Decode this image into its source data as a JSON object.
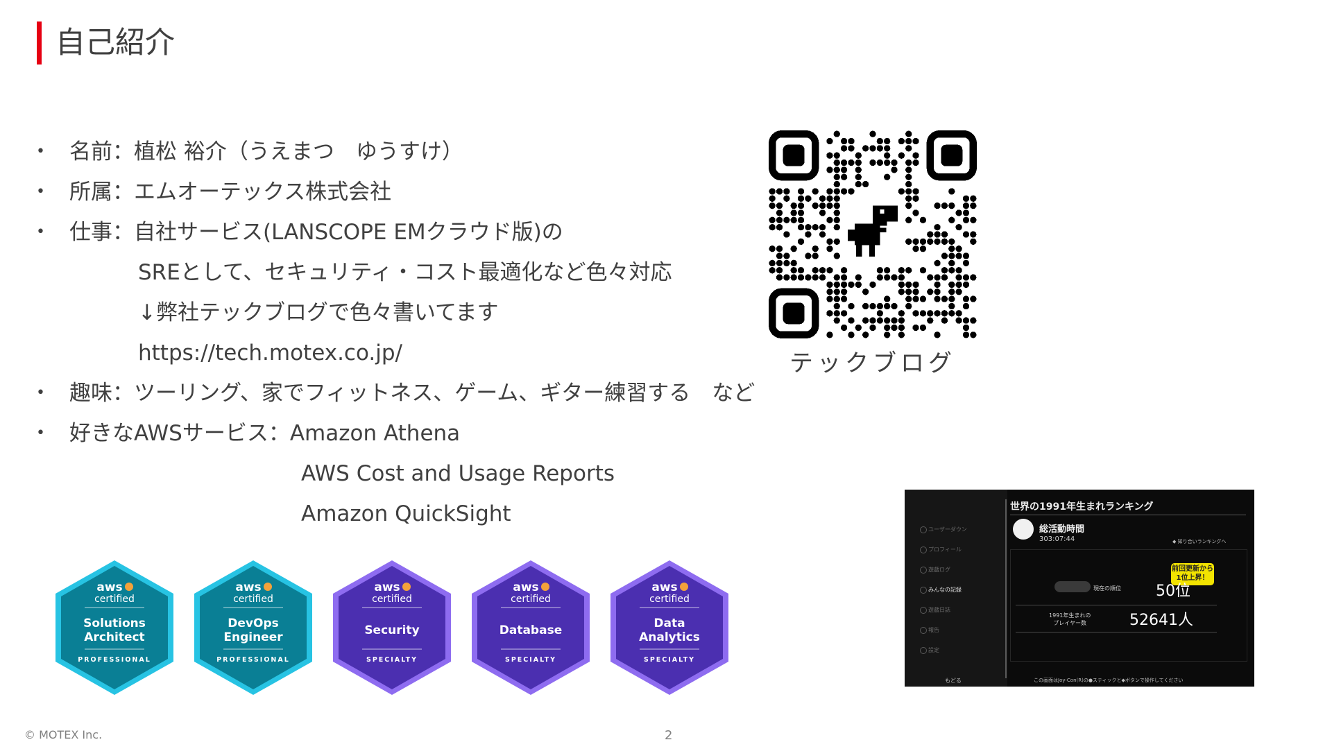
{
  "title": "自己紹介",
  "bullets": [
    {
      "label": "名前：植松 裕介（うえまつ　ゆうすけ）",
      "continuation": []
    },
    {
      "label": "所属：エムオーテックス株式会社",
      "continuation": []
    },
    {
      "label": "仕事：自社サービス(LANSCOPE EMクラウド版)の",
      "continuation": [
        "SREとして、セキュリティ・コスト最適化など色々対応",
        "↓弊社テックブログで色々書いてます",
        "https://tech.motex.co.jp/"
      ]
    },
    {
      "label": "趣味：ツーリング、家でフィットネス、ゲーム、ギター練習する　など",
      "continuation": []
    },
    {
      "label": "好きなAWSサービス：Amazon Athena",
      "continuation": [
        "AWS Cost and Usage Reports",
        "Amazon QuickSight"
      ]
    }
  ],
  "qr_caption": "テックブログ",
  "badges": [
    {
      "brand": "aws",
      "cert": "certified",
      "line1": "Solutions",
      "line2": "Architect",
      "level": "PROFESSIONAL",
      "color": "#0a7f95",
      "border": "#27c3e3"
    },
    {
      "brand": "aws",
      "cert": "certified",
      "line1": "DevOps",
      "line2": "Engineer",
      "level": "PROFESSIONAL",
      "color": "#0a7f95",
      "border": "#27c3e3"
    },
    {
      "brand": "aws",
      "cert": "certified",
      "line1": "Security",
      "line2": "",
      "level": "SPECIALTY",
      "color": "#4b2fb0",
      "border": "#8e6cf0"
    },
    {
      "brand": "aws",
      "cert": "certified",
      "line1": "Database",
      "line2": "",
      "level": "SPECIALTY",
      "color": "#4b2fb0",
      "border": "#8e6cf0"
    },
    {
      "brand": "aws",
      "cert": "certified",
      "line1": "Data",
      "line2": "Analytics",
      "level": "SPECIALTY",
      "color": "#4b2fb0",
      "border": "#8e6cf0"
    }
  ],
  "game_screen": {
    "title": "世界の1991年生まれランキング",
    "stat_label": "総活動時間",
    "stat_value": "303:07:44",
    "link": "◆ 知り合いランキングへ",
    "badge": "前回更新から\n1位上昇！",
    "rank_label": "現在の順位",
    "rank_value": "50位",
    "players_label": "1991年生まれの\nプレイヤー数",
    "players_value": "52641人",
    "side_items": [
      "ユーザーダウン",
      "プロフィール",
      "遊戯ログ",
      "みんなの記録",
      "遊戯日誌",
      "報告",
      "設定"
    ],
    "back": "もどる",
    "footer": "この画面はJoy-Con(R)の●スティックと◆ボタンで操作してください"
  },
  "footer": {
    "copyright": "© MOTEX Inc.",
    "page": "2"
  }
}
